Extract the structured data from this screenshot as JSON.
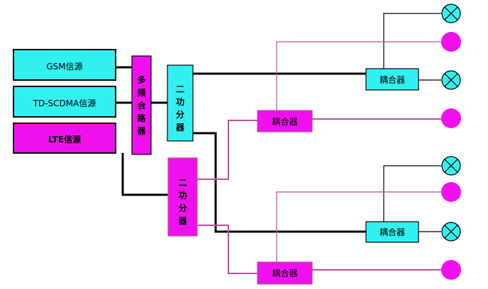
{
  "colors": {
    "cyan": "#33f0f0",
    "magenta": "#ee11ee",
    "black_line": "#000000",
    "magenta_line": "#c24d9b"
  },
  "sources": {
    "gsm": "GSM信源",
    "tdscdma": "TD-SCDMA信源",
    "lte": "LTE信源"
  },
  "combiner": {
    "label": "多频合路器",
    "chars": [
      "多",
      "频",
      "合",
      "路",
      "器"
    ]
  },
  "splitter_top": {
    "label": "二功分器",
    "chars": [
      "二",
      "功",
      "分",
      "器"
    ]
  },
  "splitter_bottom": {
    "label": "二功分器",
    "chars": [
      "二",
      "功",
      "分",
      "器"
    ]
  },
  "coupler_label": "耦合器",
  "antenna_legend": {
    "crossed_circle": "cyan-crossed-antenna-icon",
    "filled_circle": "magenta-antenna-icon"
  }
}
